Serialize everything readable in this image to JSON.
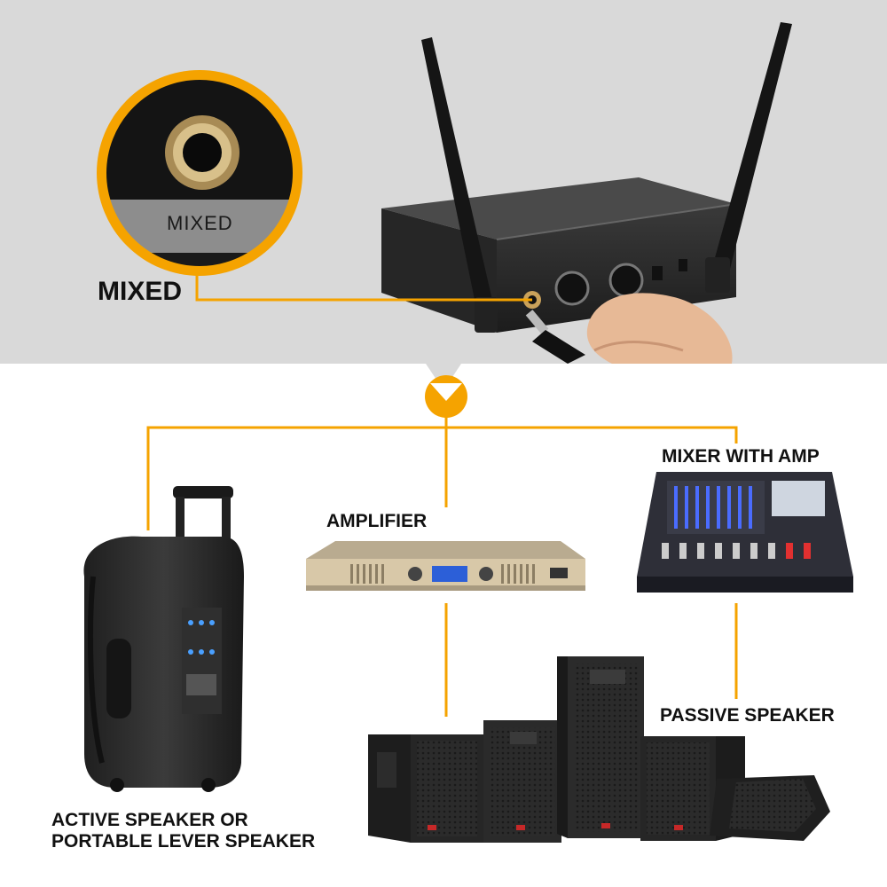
{
  "callout": {
    "jack_label": "MIXED",
    "connector_label": "MIXED"
  },
  "outputs": {
    "amplifier": "AMPLIFIER",
    "mixer": "MIXER WITH AMP",
    "passive": "PASSIVE SPEAKER",
    "active_line1": "ACTIVE SPEAKER OR",
    "active_line2": "PORTABLE LEVER SPEAKER"
  },
  "colors": {
    "accent": "#f5a300",
    "band": "#d9d9d9",
    "device": "#2a2a2a",
    "amp_gold": "#d8c8a8",
    "screen_blue": "#2c5fd8"
  }
}
